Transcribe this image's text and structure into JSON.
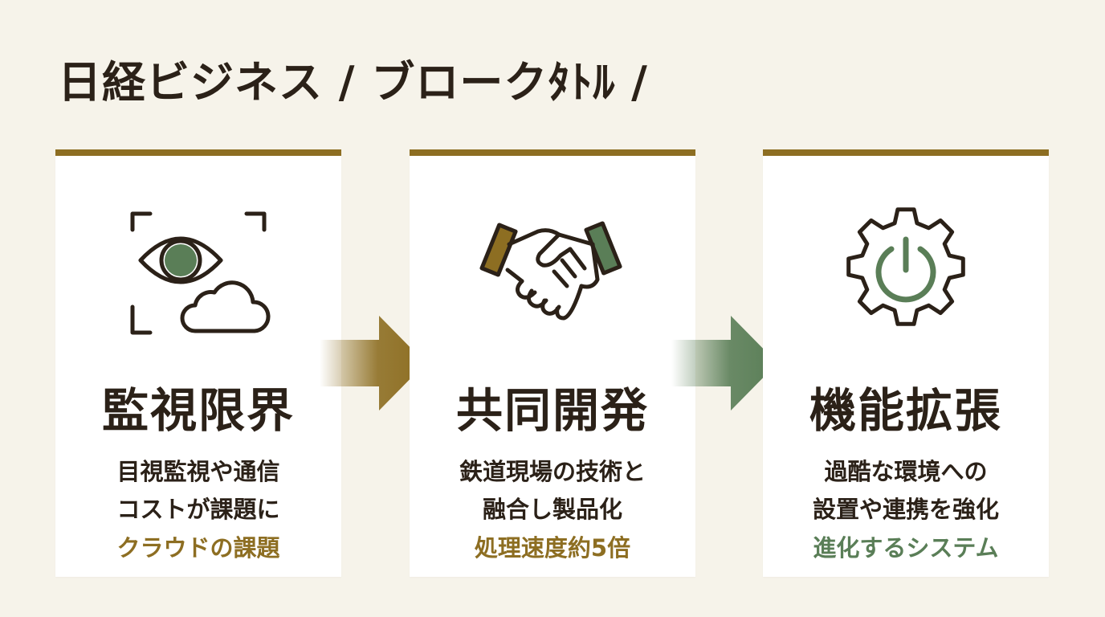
{
  "title": "日経ビジネス / ブロークﾀﾄﾙ /",
  "colors": {
    "background": "#f6f3ea",
    "card": "#ffffff",
    "accent_gold": "#8d6e22",
    "accent_green": "#5a7e57",
    "text_dark": "#2b2118"
  },
  "steps": [
    {
      "icon": "eye-cloud-monitor-icon",
      "heading": "監視限界",
      "desc_line1": "目視監視や通信",
      "desc_line2": "コストが課題に",
      "tag": "クラウドの課題"
    },
    {
      "icon": "handshake-icon",
      "heading": "共同開発",
      "desc_line1": "鉄道現場の技術と",
      "desc_line2": "融合し製品化",
      "tag": "処理速度約5倍"
    },
    {
      "icon": "gear-power-icon",
      "heading": "機能拡張",
      "desc_line1": "過酷な環境への",
      "desc_line2": "設置や連携を強化",
      "tag": "進化するシステム"
    }
  ]
}
